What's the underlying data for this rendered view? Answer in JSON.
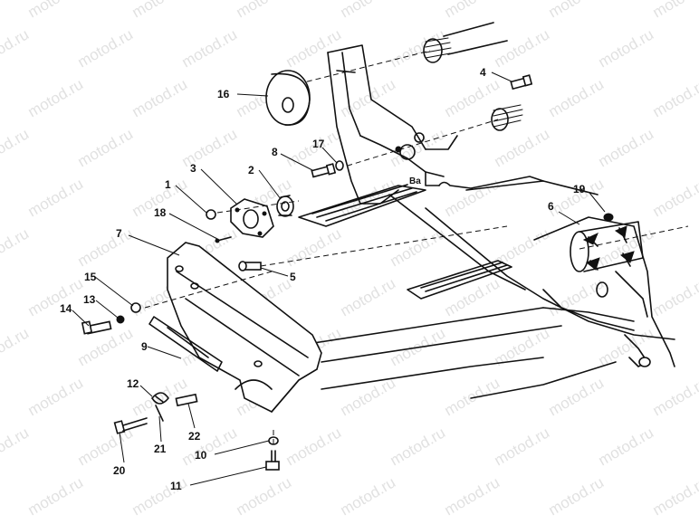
{
  "watermark": "motod.ru",
  "frame_marking": "Ba",
  "callouts": [
    {
      "id": "c1",
      "text": "1"
    },
    {
      "id": "c2",
      "text": "2"
    },
    {
      "id": "c3",
      "text": "3"
    },
    {
      "id": "c4",
      "text": "4"
    },
    {
      "id": "c5",
      "text": "5"
    },
    {
      "id": "c6",
      "text": "6"
    },
    {
      "id": "c7",
      "text": "7"
    },
    {
      "id": "c8",
      "text": "8"
    },
    {
      "id": "c9",
      "text": "9"
    },
    {
      "id": "c10",
      "text": "10"
    },
    {
      "id": "c11",
      "text": "11"
    },
    {
      "id": "c12",
      "text": "12"
    },
    {
      "id": "c13",
      "text": "13"
    },
    {
      "id": "c14",
      "text": "14"
    },
    {
      "id": "c15",
      "text": "15"
    },
    {
      "id": "c16",
      "text": "16"
    },
    {
      "id": "c17",
      "text": "17"
    },
    {
      "id": "c18",
      "text": "18"
    },
    {
      "id": "c19",
      "text": "19"
    },
    {
      "id": "c20",
      "text": "20"
    },
    {
      "id": "c21",
      "text": "21"
    },
    {
      "id": "c22",
      "text": "22"
    }
  ]
}
